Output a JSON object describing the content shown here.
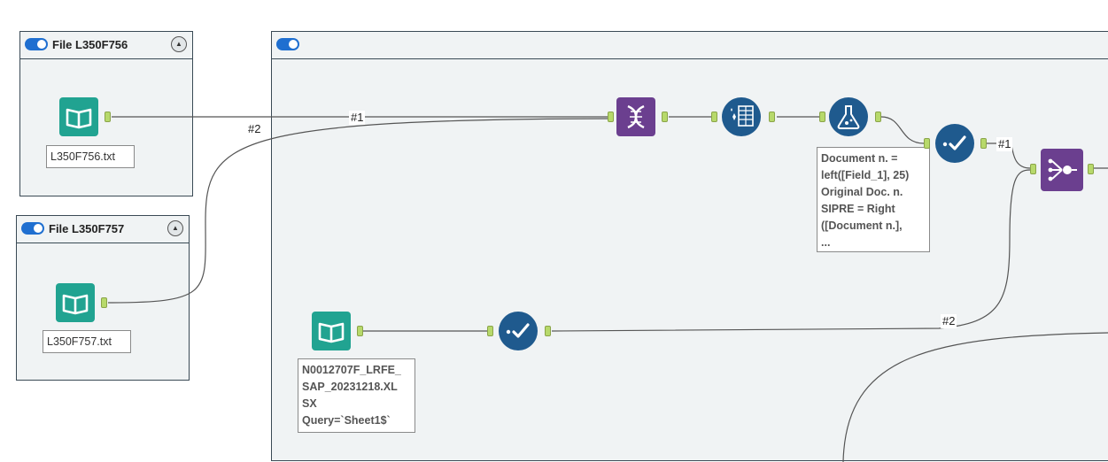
{
  "containers": {
    "file1": {
      "title": "File L350F756"
    },
    "file2": {
      "title": "File L350F757"
    },
    "main": {
      "title": ""
    }
  },
  "tools": {
    "input1": {
      "icon": "book-icon",
      "label": "L350F756.txt",
      "color": "#21a391"
    },
    "input2": {
      "icon": "book-icon",
      "label": "L350F757.txt",
      "color": "#21a391"
    },
    "input3": {
      "icon": "book-icon",
      "label": "N0012707F_LRFE_\nSAP_20231218.XL\nSX\nQuery=`Sheet1$`",
      "color": "#21a391"
    },
    "dna": {
      "icon": "dna-icon",
      "color": "#6b3f8f"
    },
    "cleanse": {
      "icon": "sparkle-grid-icon",
      "color": "#1f5a8e"
    },
    "formula": {
      "icon": "flask-icon",
      "color": "#1f5a8e",
      "label": "Document n. =\nleft([Field_1], 25)\nOriginal Doc. n.\nSIPRE = Right\n([Document n.],\n..."
    },
    "select1": {
      "icon": "check-icon",
      "color": "#1f5a8e"
    },
    "select2": {
      "icon": "check-icon",
      "color": "#1f5a8e"
    },
    "union": {
      "icon": "union-icon",
      "color": "#6b3f8f"
    }
  },
  "connection_labels": {
    "c1": "#1",
    "c2": "#2",
    "c3": "#1",
    "c4": "#2"
  }
}
